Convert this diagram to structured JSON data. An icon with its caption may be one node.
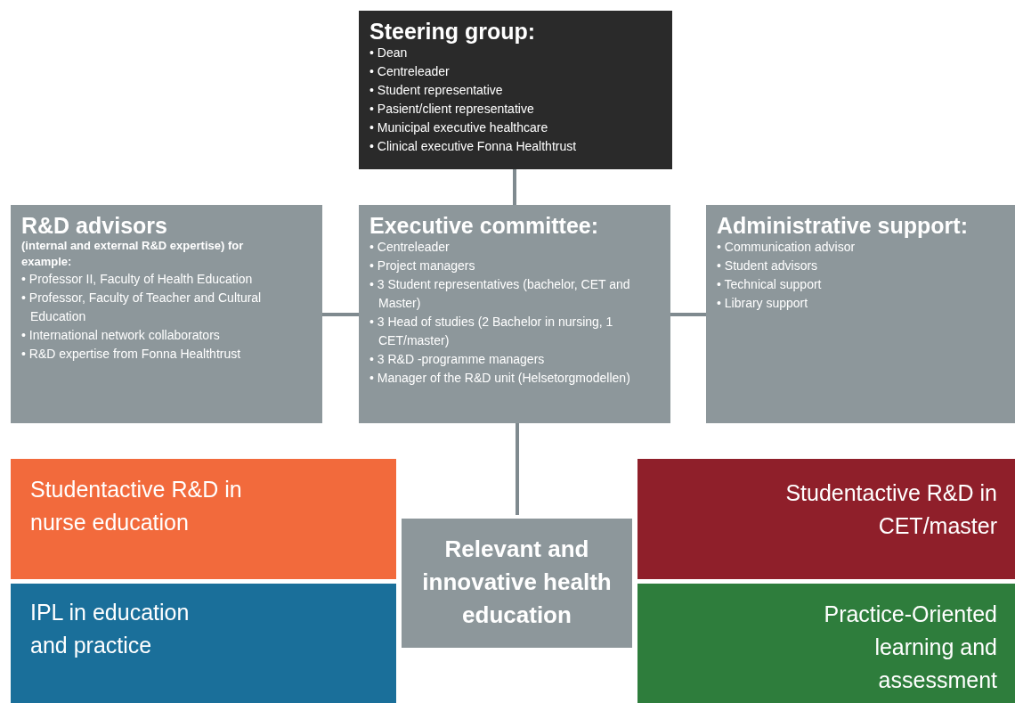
{
  "diagram": {
    "nodes": [
      {
        "text": [
          "Steering group:",
          "• Dean",
          "• Centreleader",
          "• Student representative",
          "• Pasient/client representative",
          "• Municipal executive healthcare",
          "• Clinical executive Fonna Healthtrust"
        ]
      },
      {
        "text": [
          "R&D advisors",
          "(internal and external R&D expertise) for example:",
          "• Professor II, Faculty of Health Education",
          "• Professor, Faculty of Teacher and Cultural Education",
          "• International network collaborators",
          "• R&D expertise from Fonna Healthtrust"
        ]
      },
      {
        "text": [
          "Executive committee:",
          "• Centreleader",
          "• Project managers",
          "• 3 Student representatives (bachelor, CET and Master)",
          "• 3 Head of studies (2 Bachelor in nursing, 1 CET/master)",
          "• 3 R&D -programme managers",
          "• Manager of the R&D unit (Helsetorgmodellen)"
        ]
      },
      {
        "text": [
          "Administrative support:",
          "• Communication advisor",
          "• Student advisors",
          "• Technical support",
          "• Library support"
        ]
      },
      {
        "text": [
          "Studentactive R&D in nurse education"
        ]
      },
      {
        "text": [
          "Studentactive R&D in CET/master"
        ]
      },
      {
        "text": [
          "Relevant and innovative health education"
        ]
      },
      {
        "text": [
          "IPL in education and practice"
        ]
      },
      {
        "text": [
          "Practice-Oriented learning and assessment"
        ]
      }
    ],
    "edges": [
      {
        "from": 0,
        "to": 2,
        "arrow": "none"
      },
      {
        "from": 1,
        "to": 2,
        "arrow": "none"
      },
      {
        "from": 2,
        "to": 3,
        "arrow": "none"
      },
      {
        "from": 2,
        "to": 6,
        "arrow": "none"
      }
    ]
  }
}
